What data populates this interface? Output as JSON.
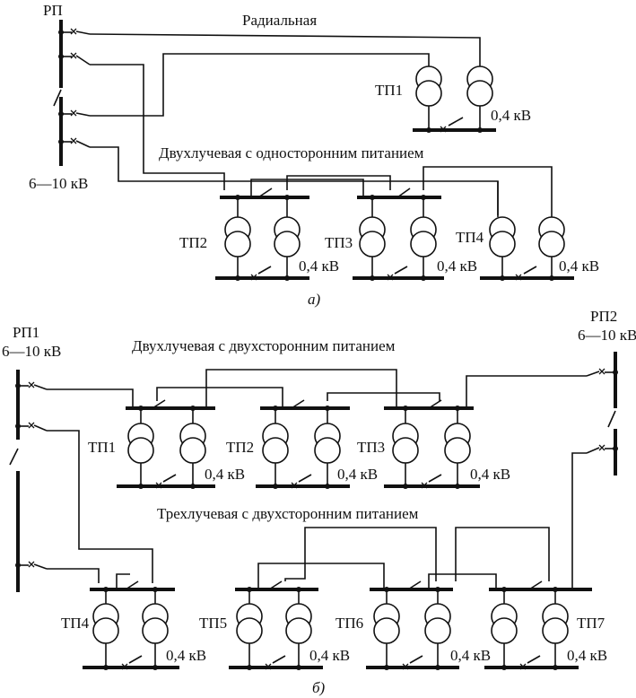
{
  "part_a": {
    "source_label": "РП",
    "source_voltage": "6—10 кВ",
    "radial_title": "Радиальная",
    "two_beam_title": "Двухлучевая с односторонним питанием",
    "caption": "а)",
    "tp1": "ТП1",
    "tp2": "ТП2",
    "tp3": "ТП3",
    "tp4": "ТП4",
    "lv": "0,4 кВ"
  },
  "part_b": {
    "source1_label": "РП1",
    "source1_voltage": "6—10 кВ",
    "source2_label": "РП2",
    "source2_voltage": "6—10 кВ",
    "two_beam_title": "Двухлучевая с двухсторонним питанием",
    "three_beam_title": "Трехлучевая с двухсторонним питанием",
    "caption": "б)",
    "tp1": "ТП1",
    "tp2": "ТП2",
    "tp3": "ТП3",
    "tp4": "ТП4",
    "tp5": "ТП5",
    "tp6": "ТП6",
    "tp7": "ТП7",
    "lv": "0,4 кВ"
  }
}
